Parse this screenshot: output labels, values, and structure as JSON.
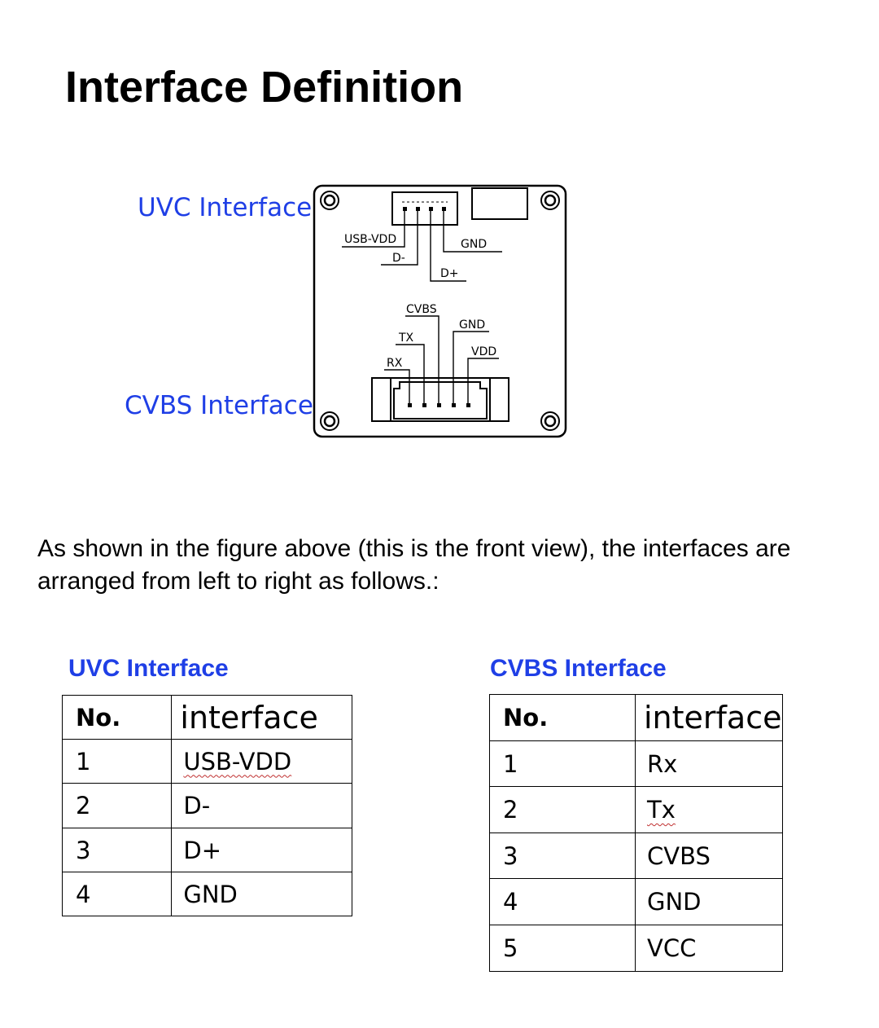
{
  "page_title": "Interface Definition",
  "diagram": {
    "uvc_label": "UVC Interface",
    "cvbs_label": "CVBS Interface",
    "uvc_pins": {
      "usb_vdd": "USB-VDD",
      "d_minus": "D-",
      "d_plus": "D+",
      "gnd": "GND"
    },
    "cvbs_pins": {
      "cvbs": "CVBS",
      "gnd": "GND",
      "tx": "TX",
      "vdd": "VDD",
      "rx": "RX"
    }
  },
  "description": "As shown in the figure above (this is the front view), the interfaces are arranged from left to right as follows.:",
  "uvc_table": {
    "title": "UVC Interface",
    "headers": [
      "No.",
      "interface"
    ],
    "rows": [
      [
        "1",
        "USB-VDD"
      ],
      [
        "2",
        "D-"
      ],
      [
        "3",
        "D+"
      ],
      [
        "4",
        "GND"
      ]
    ]
  },
  "cvbs_table": {
    "title": "CVBS Interface",
    "headers": [
      "No.",
      "interface"
    ],
    "rows": [
      [
        "1",
        "Rx"
      ],
      [
        "2",
        "Tx"
      ],
      [
        "3",
        "CVBS"
      ],
      [
        "4",
        "GND"
      ],
      [
        "5",
        "VCC"
      ]
    ]
  }
}
